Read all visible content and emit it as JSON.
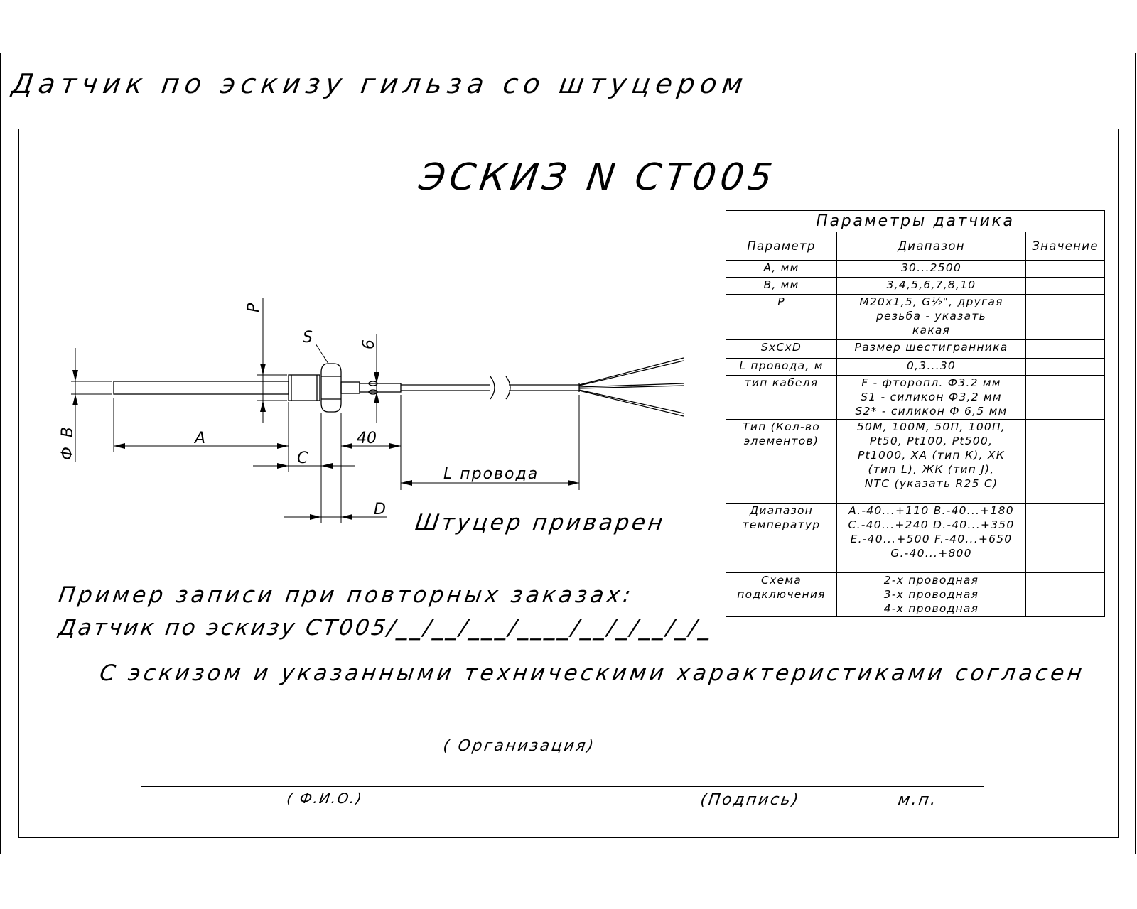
{
  "document": {
    "title": "Датчик по эскизу гильза со штуцером",
    "sketch_title": "ЭСКИЗ N CT005",
    "welded_note": "Штуцер приварен",
    "repeat_order_label": "Пример записи при повторных заказах:",
    "repeat_order_example": "Датчик по эскизу СТ005/__/__/___/____/__/_/__/_/_",
    "agreement": "С эскизом  и указанными техническими характеристиками согласен",
    "organization_label": "( Организация)",
    "fio_label": "( Ф.И.О.)",
    "signature_label": "(Подпись)",
    "stamp_label": "м.п."
  },
  "drawing": {
    "labels": {
      "diameter": "Ф В",
      "thread": "Р",
      "hex": "S",
      "six": "6",
      "a": "А",
      "c": "С",
      "forty": "40",
      "d": "D",
      "wire_length": "L провода"
    }
  },
  "table": {
    "caption": "Параметры датчика",
    "headers": [
      "Параметр",
      "Диапазон",
      "Значение"
    ],
    "rows": [
      {
        "param": [
          "А, мм"
        ],
        "range": [
          "30...2500"
        ],
        "value": ""
      },
      {
        "param": [
          "В, мм"
        ],
        "range": [
          "3,4,5,6,7,8,10"
        ],
        "value": ""
      },
      {
        "param": [
          "Р"
        ],
        "range": [
          "М20х1,5, G½\", другая",
          "резьба - указать",
          "какая"
        ],
        "value": ""
      },
      {
        "param": [
          "SxCxD"
        ],
        "range": [
          "Размер шестигранника"
        ],
        "value": ""
      },
      {
        "param": [
          "L провода, м"
        ],
        "range": [
          "0,3...30"
        ],
        "value": ""
      },
      {
        "param": [
          "тип кабеля"
        ],
        "range": [
          "F - фторопл. Ф3.2 мм",
          "S1 - силикон Ф3,2 мм",
          "S2* - силикон Ф 6,5 мм"
        ],
        "value": ""
      },
      {
        "param": [
          "Тип (Кол-во",
          "элементов)"
        ],
        "range": [
          "50М, 100М, 50П, 100П,",
          "Pt50, Pt100, Pt500,",
          "Pt1000, ХА (тип К), ХК",
          "(тип L), ЖК (тип J),",
          "NTC (указать R25 С)"
        ],
        "value": ""
      },
      {
        "param": [
          "Диапазон",
          "температур"
        ],
        "range": [
          "A.-40...+110  B.-40...+180",
          "C.-40...+240  D.-40...+350",
          "E.-40...+500  F.-40...+650",
          "G.-40...+800"
        ],
        "value": ""
      },
      {
        "param": [
          "Схема",
          "подключения"
        ],
        "range": [
          "2-х проводная",
          "3-х проводная",
          "4-х проводная"
        ],
        "value": ""
      }
    ]
  }
}
